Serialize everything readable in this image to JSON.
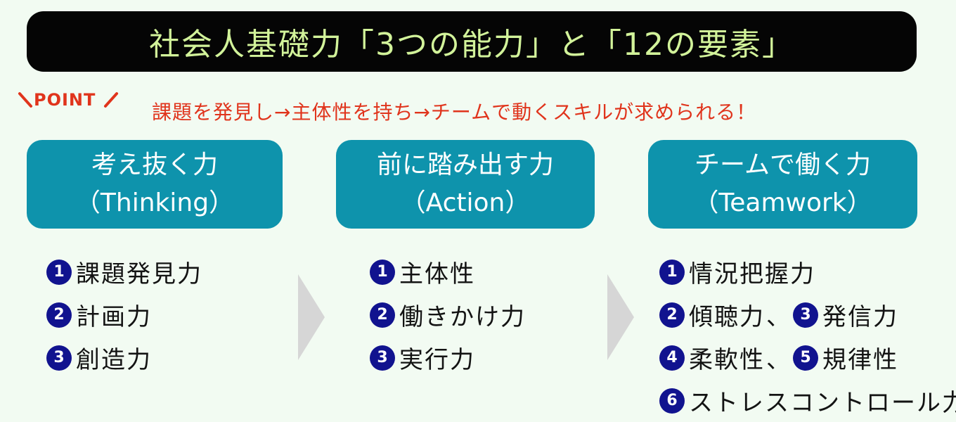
{
  "title": "社会人基礎力「3つの能力」と「12の要素」",
  "point": {
    "badge": "POINT",
    "text": "課題を発見し→主体性を持ち→チームで動くスキルが求められる！"
  },
  "colors": {
    "title_bg": "#050505",
    "title_text": "#d2f39a",
    "point_text": "#e0341c",
    "head_bg": "#0e93ac",
    "number_badge": "#11138f",
    "arrow": "#d6d6d6",
    "background": "#f2fbf2"
  },
  "columns": [
    {
      "heading": "考え抜く力",
      "sub": "（Thinking）",
      "items": [
        {
          "parts": [
            {
              "num": "1",
              "label": "課題発見力"
            }
          ]
        },
        {
          "parts": [
            {
              "num": "2",
              "label": "計画力"
            }
          ]
        },
        {
          "parts": [
            {
              "num": "3",
              "label": "創造力"
            }
          ]
        }
      ]
    },
    {
      "heading": "前に踏み出す力",
      "sub": "（Action）",
      "items": [
        {
          "parts": [
            {
              "num": "1",
              "label": "主体性"
            }
          ]
        },
        {
          "parts": [
            {
              "num": "2",
              "label": "働きかけ力"
            }
          ]
        },
        {
          "parts": [
            {
              "num": "3",
              "label": "実行力"
            }
          ]
        }
      ]
    },
    {
      "heading": "チームで働く力",
      "sub": "（Teamwork）",
      "items": [
        {
          "parts": [
            {
              "num": "1",
              "label": "情況把握力"
            }
          ]
        },
        {
          "parts": [
            {
              "num": "2",
              "label": "傾聴力"
            },
            {
              "num": "3",
              "label": "発信力"
            }
          ],
          "separator": "、"
        },
        {
          "parts": [
            {
              "num": "4",
              "label": "柔軟性"
            },
            {
              "num": "5",
              "label": "規律性"
            }
          ],
          "separator": "、"
        },
        {
          "parts": [
            {
              "num": "6",
              "label": "ストレスコントロール力"
            }
          ]
        }
      ]
    }
  ]
}
